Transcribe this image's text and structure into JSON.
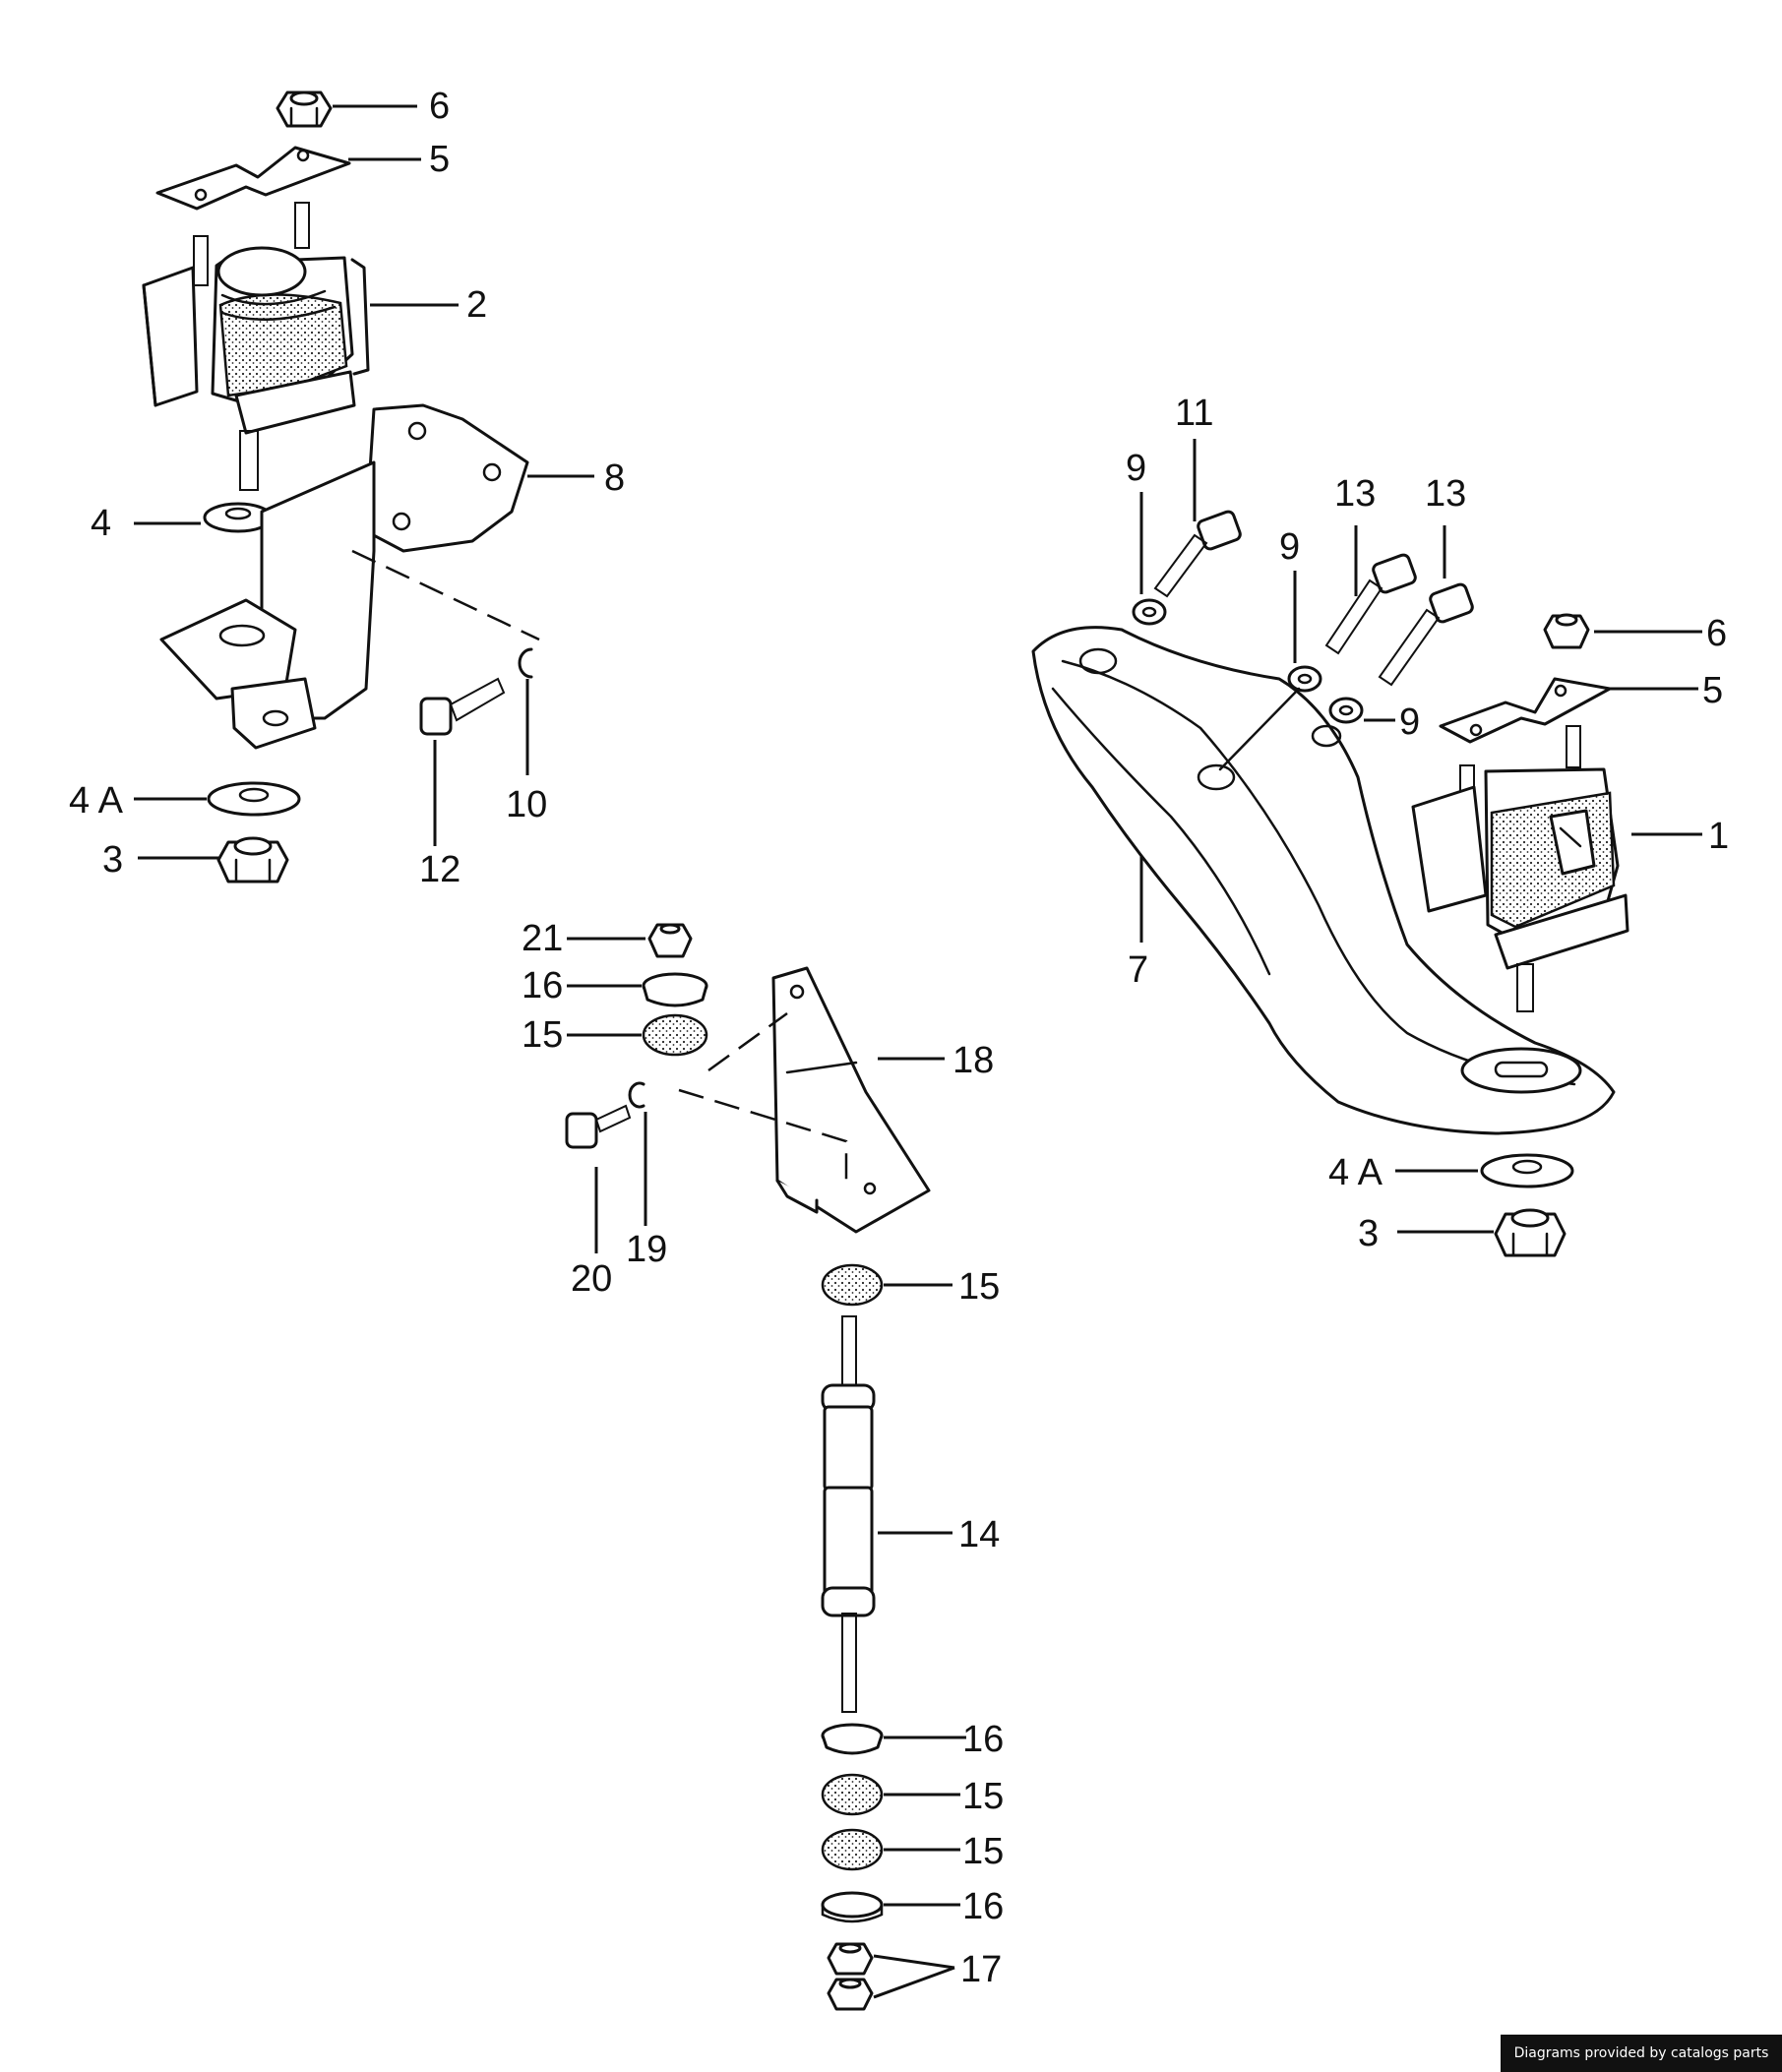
{
  "credit": "Diagrams provided by catalogs parts",
  "callouts": {
    "c1": "1",
    "c2": "2",
    "c3a": "3",
    "c3b": "3",
    "c4": "4",
    "c4aa": "4 A",
    "c4ab": "4 A",
    "c5a": "5",
    "c5b": "5",
    "c6a": "6",
    "c6b": "6",
    "c7": "7",
    "c8": "8",
    "c9a": "9",
    "c9b": "9",
    "c9c": "9",
    "c10": "10",
    "c11": "11",
    "c12": "12",
    "c13a": "13",
    "c13b": "13",
    "c14": "14",
    "c15a": "15",
    "c15b": "15",
    "c15c": "15",
    "c15d": "15",
    "c16a": "16",
    "c16b": "16",
    "c16c": "16",
    "c17": "17",
    "c18": "18",
    "c19": "19",
    "c20": "20",
    "c21": "21"
  }
}
